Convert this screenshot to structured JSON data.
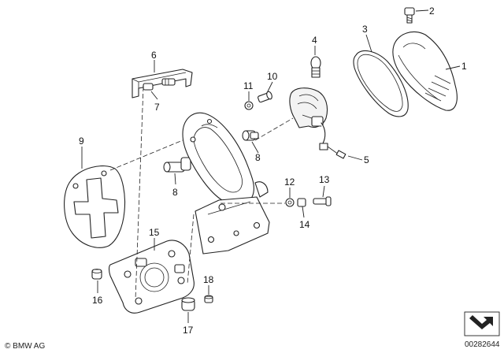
{
  "callouts": {
    "c1": "1",
    "c2": "2",
    "c3": "3",
    "c4": "4",
    "c5": "5",
    "c6": "6",
    "c7": "7",
    "c8a": "8",
    "c8b": "8",
    "c9": "9",
    "c10": "10",
    "c11": "11",
    "c12": "12",
    "c13": "13",
    "c14": "14",
    "c15": "15",
    "c16": "16",
    "c17": "17",
    "c18": "18"
  },
  "footer": {
    "copyright": "© BMW AG",
    "diagram_number": "00282644"
  }
}
